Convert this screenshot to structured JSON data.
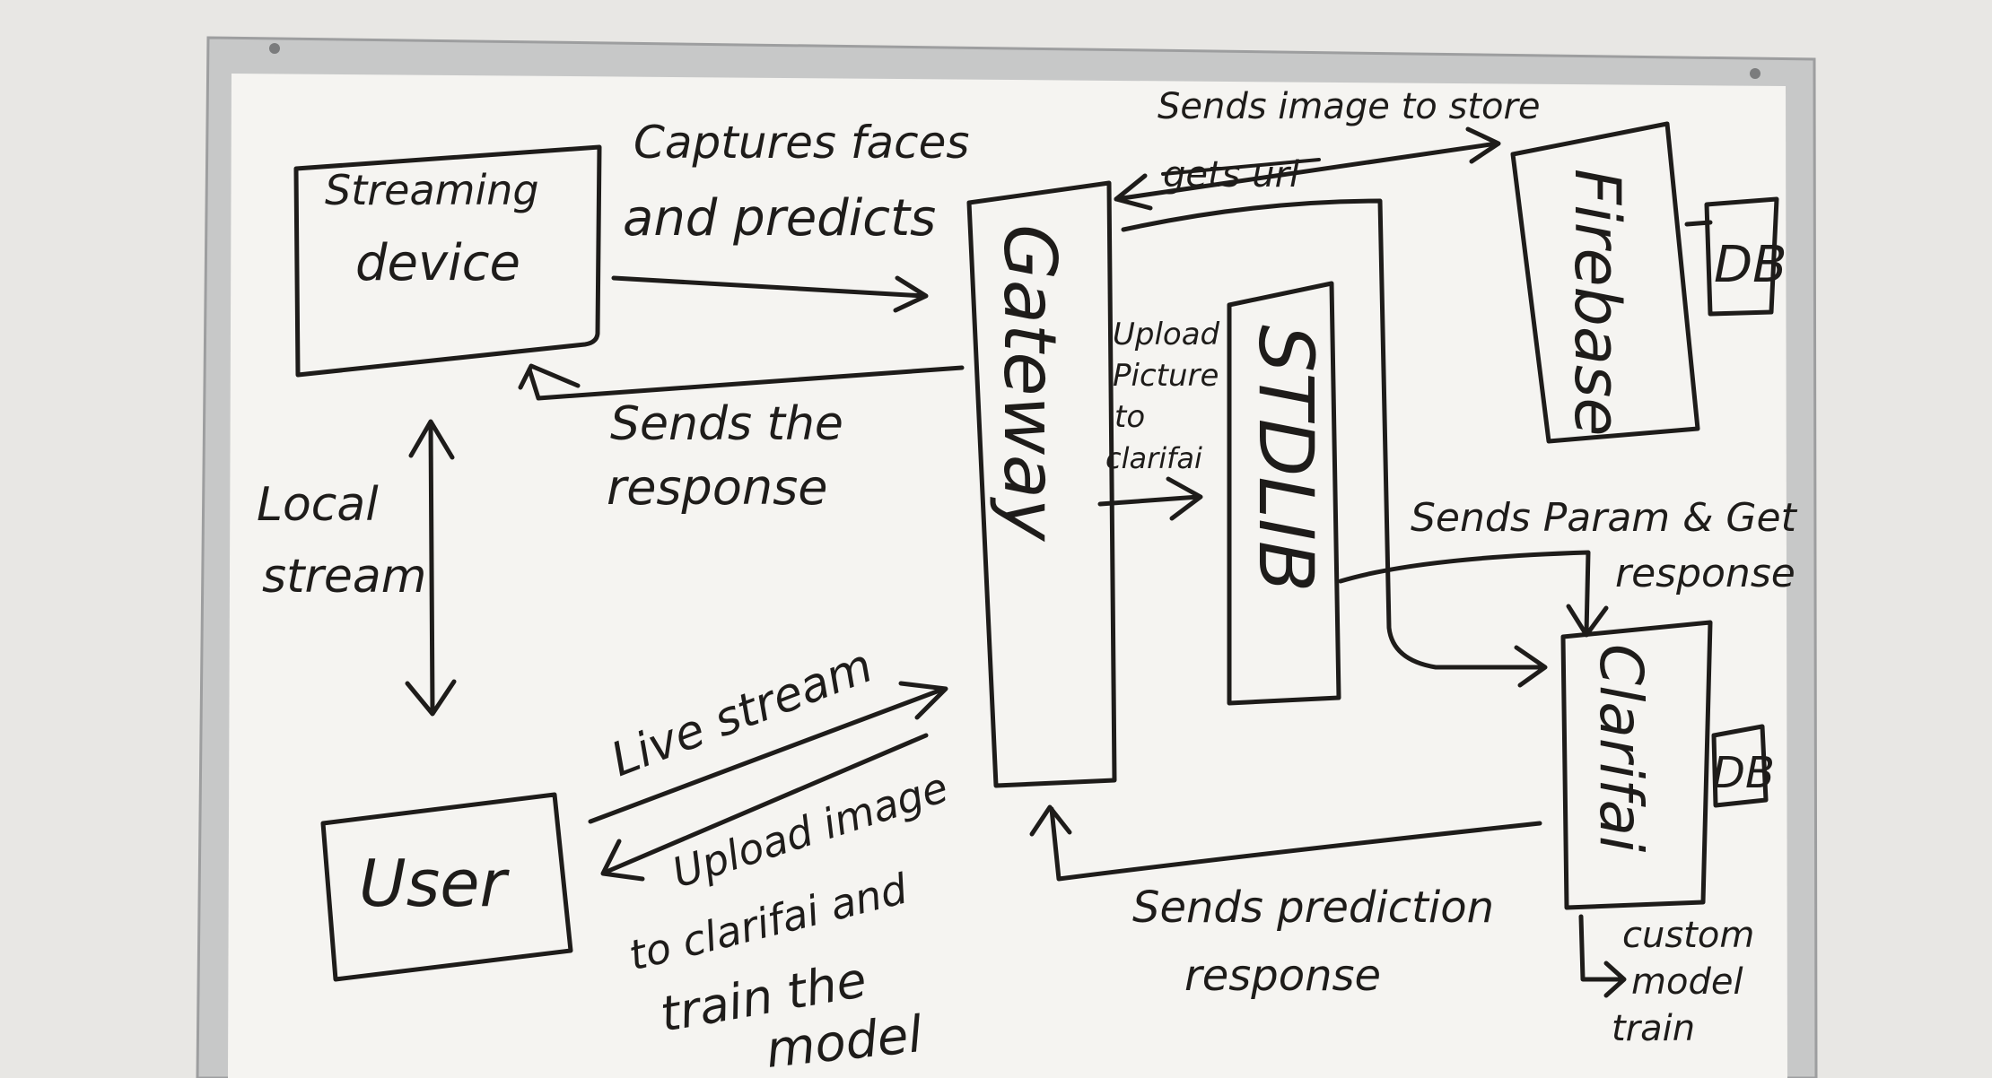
{
  "nodes": {
    "streaming_device": {
      "line1": "Streaming",
      "line2": "device"
    },
    "user": {
      "label": "User"
    },
    "gateway": {
      "label": "Gateway"
    },
    "stdlib": {
      "label": "STDLIB"
    },
    "firebase": {
      "label": "Firebase"
    },
    "firebase_db": {
      "label": "DB"
    },
    "clarifai": {
      "label": "Clarifai"
    },
    "clarifai_db": {
      "label": "DB"
    }
  },
  "edges": {
    "captures": {
      "line1": "Captures faces",
      "line2": "and predicts"
    },
    "sends_response": {
      "line1": "Sends the",
      "line2": "response"
    },
    "local_stream": {
      "line1": "Local",
      "line2": "stream"
    },
    "live_stream": {
      "label": "Live stream"
    },
    "upload_train": {
      "line1": "Upload image",
      "line2": "to clarifai and",
      "line3": "train the",
      "line4": "model"
    },
    "sends_image": {
      "label": "Sends image to store"
    },
    "gets_url": {
      "label": "gets url"
    },
    "upload_picture": {
      "line1": "Upload",
      "line2": "Picture",
      "line3": "to",
      "line4": "clarifai"
    },
    "sends_param": {
      "line1": "Sends Param & Get",
      "line2": "response"
    },
    "sends_prediction": {
      "line1": "Sends prediction",
      "line2": "response"
    },
    "custom_model": {
      "line1": "custom",
      "line2": "model",
      "line3": "train"
    }
  }
}
